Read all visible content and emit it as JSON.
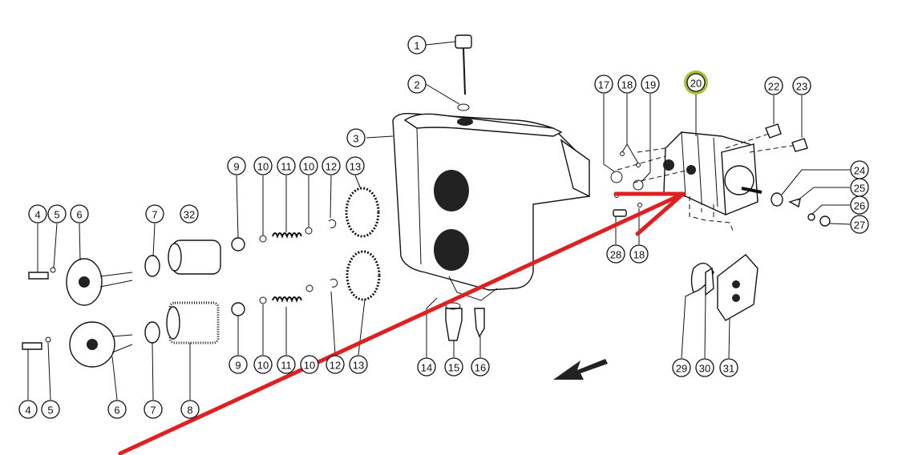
{
  "diagram": {
    "title": "Hydraulic tank and gear pump exploded parts diagram",
    "callouts": [
      "1",
      "2",
      "3",
      "4",
      "5",
      "6",
      "7",
      "32",
      "9",
      "10",
      "11",
      "10",
      "12",
      "13",
      "17",
      "18",
      "19",
      "20",
      "22",
      "23",
      "24",
      "25",
      "26",
      "27",
      "28",
      "18",
      "9",
      "10",
      "11",
      "10",
      "12",
      "13",
      "14",
      "15",
      "16",
      "29",
      "30",
      "31",
      "4",
      "5",
      "6",
      "7",
      "8"
    ],
    "highlighted_callout": "20",
    "colors": {
      "highlight": "#a6bf3a",
      "annotation_arrow": "#e02020",
      "line": "#111111"
    }
  }
}
